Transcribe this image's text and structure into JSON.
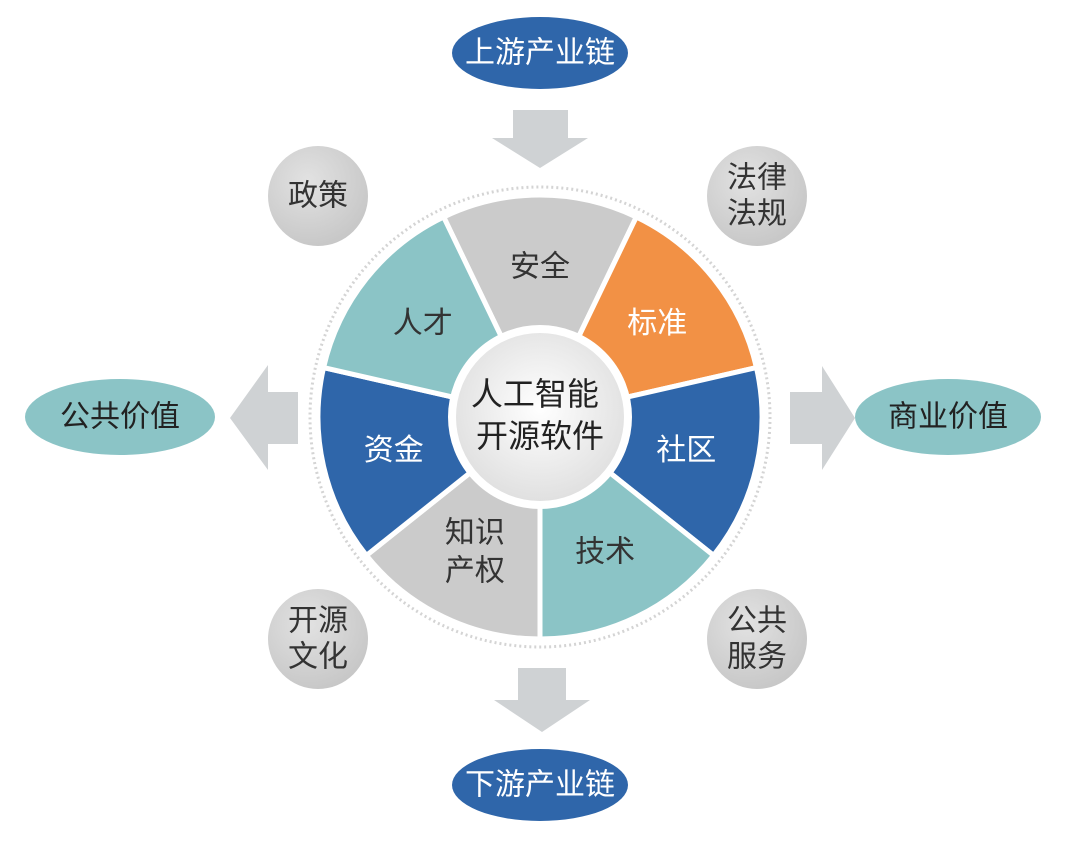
{
  "center": {
    "lines": [
      "人工智能",
      "开源软件"
    ]
  },
  "segments": [
    {
      "lines": [
        "安全"
      ],
      "color": "#cbcbcb",
      "text_color": "#333333"
    },
    {
      "lines": [
        "标准"
      ],
      "color": "#f29145",
      "text_color": "#ffffff"
    },
    {
      "lines": [
        "社区"
      ],
      "color": "#2f66aa",
      "text_color": "#ffffff"
    },
    {
      "lines": [
        "技术"
      ],
      "color": "#8bc4c6",
      "text_color": "#333333"
    },
    {
      "lines": [
        "知识",
        "产权"
      ],
      "color": "#cbcbcb",
      "text_color": "#333333"
    },
    {
      "lines": [
        "资金"
      ],
      "color": "#2f66aa",
      "text_color": "#ffffff"
    },
    {
      "lines": [
        "人才"
      ],
      "color": "#8bc4c6",
      "text_color": "#333333"
    }
  ],
  "outer_circles": [
    {
      "name": "policy",
      "lines": [
        "政策"
      ]
    },
    {
      "name": "laws",
      "lines": [
        "法律",
        "法规"
      ]
    },
    {
      "name": "open-culture",
      "lines": [
        "开源",
        "文化"
      ]
    },
    {
      "name": "public-service",
      "lines": [
        "公共",
        "服务"
      ]
    }
  ],
  "ovals": {
    "upstream": {
      "label": "上游产业链",
      "color": "#2f66aa",
      "text_color": "#ffffff"
    },
    "downstream": {
      "label": "下游产业链",
      "color": "#2f66aa",
      "text_color": "#ffffff"
    },
    "public_value": {
      "label": "公共价值",
      "color": "#8bc4c6",
      "text_color": "#222222"
    },
    "business_value": {
      "label": "商业价值",
      "color": "#8bc4c6",
      "text_color": "#222222"
    }
  },
  "colors": {
    "arrow": "#cfd2d4",
    "circle_gray": "#d3d3d3",
    "center_fill": "#e6e6e6",
    "ring_border": "#d6d6d6"
  }
}
